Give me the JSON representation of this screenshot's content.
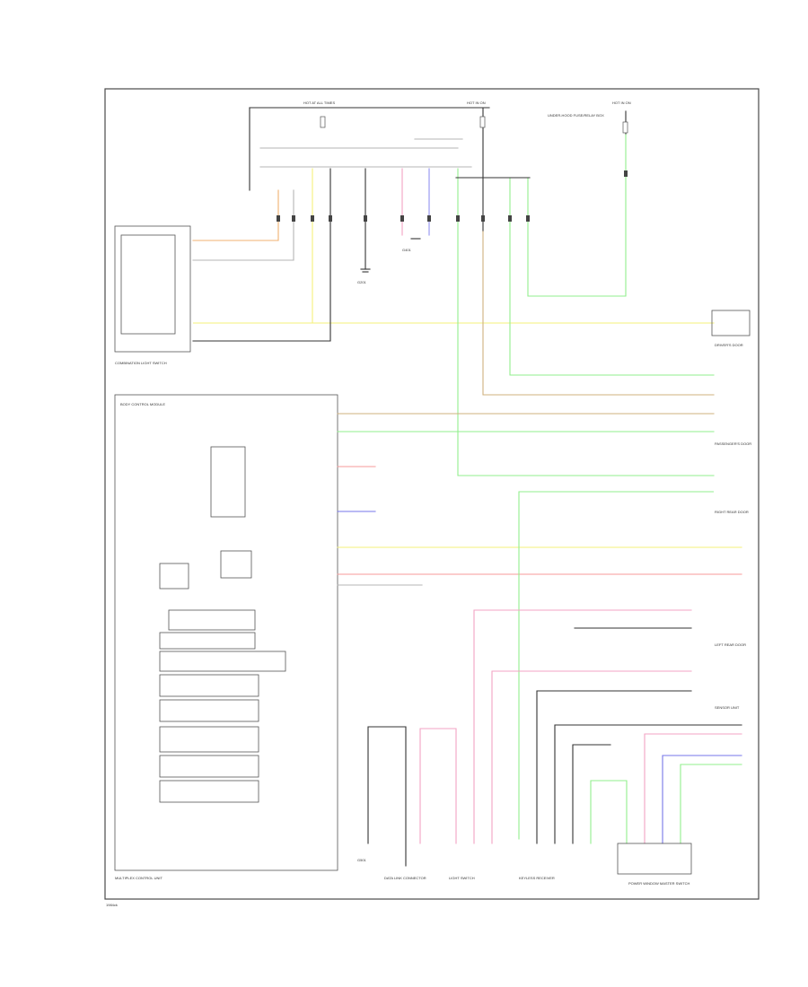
{
  "diagram": {
    "footer_code": "1984ck",
    "labels": {
      "top_fuse_left": "HOT AT ALL TIMES",
      "top_fuse_mid": "HOT IN ON",
      "top_fuse_right": "HOT IN ON",
      "fuse_box_top": "UNDER-HOOD FUSE/RELAY BOX",
      "left_switch": "COMBINATION LIGHT SWITCH",
      "ground_1": "G201",
      "ground_2": "G401",
      "ground_3": "G501",
      "module": "BODY CONTROL MODULE",
      "driver_door": "DRIVER'S DOOR",
      "passenger_door": "PASSENGER'S DOOR",
      "right_rear": "RIGHT REAR DOOR",
      "left_rear": "LEFT REAR DOOR",
      "sensor_unit": "SENSOR UNIT",
      "bottom_left_panel": "MULTIPLEX CONTROL UNIT",
      "bottom_connector_1": "DATA LINK CONNECTOR",
      "bottom_connector_2": "LIGHT SWITCH",
      "bottom_connector_3": "KEYLESS RECEIVER",
      "bottom_right_unit": "POWER WINDOW MASTER SWITCH"
    }
  }
}
